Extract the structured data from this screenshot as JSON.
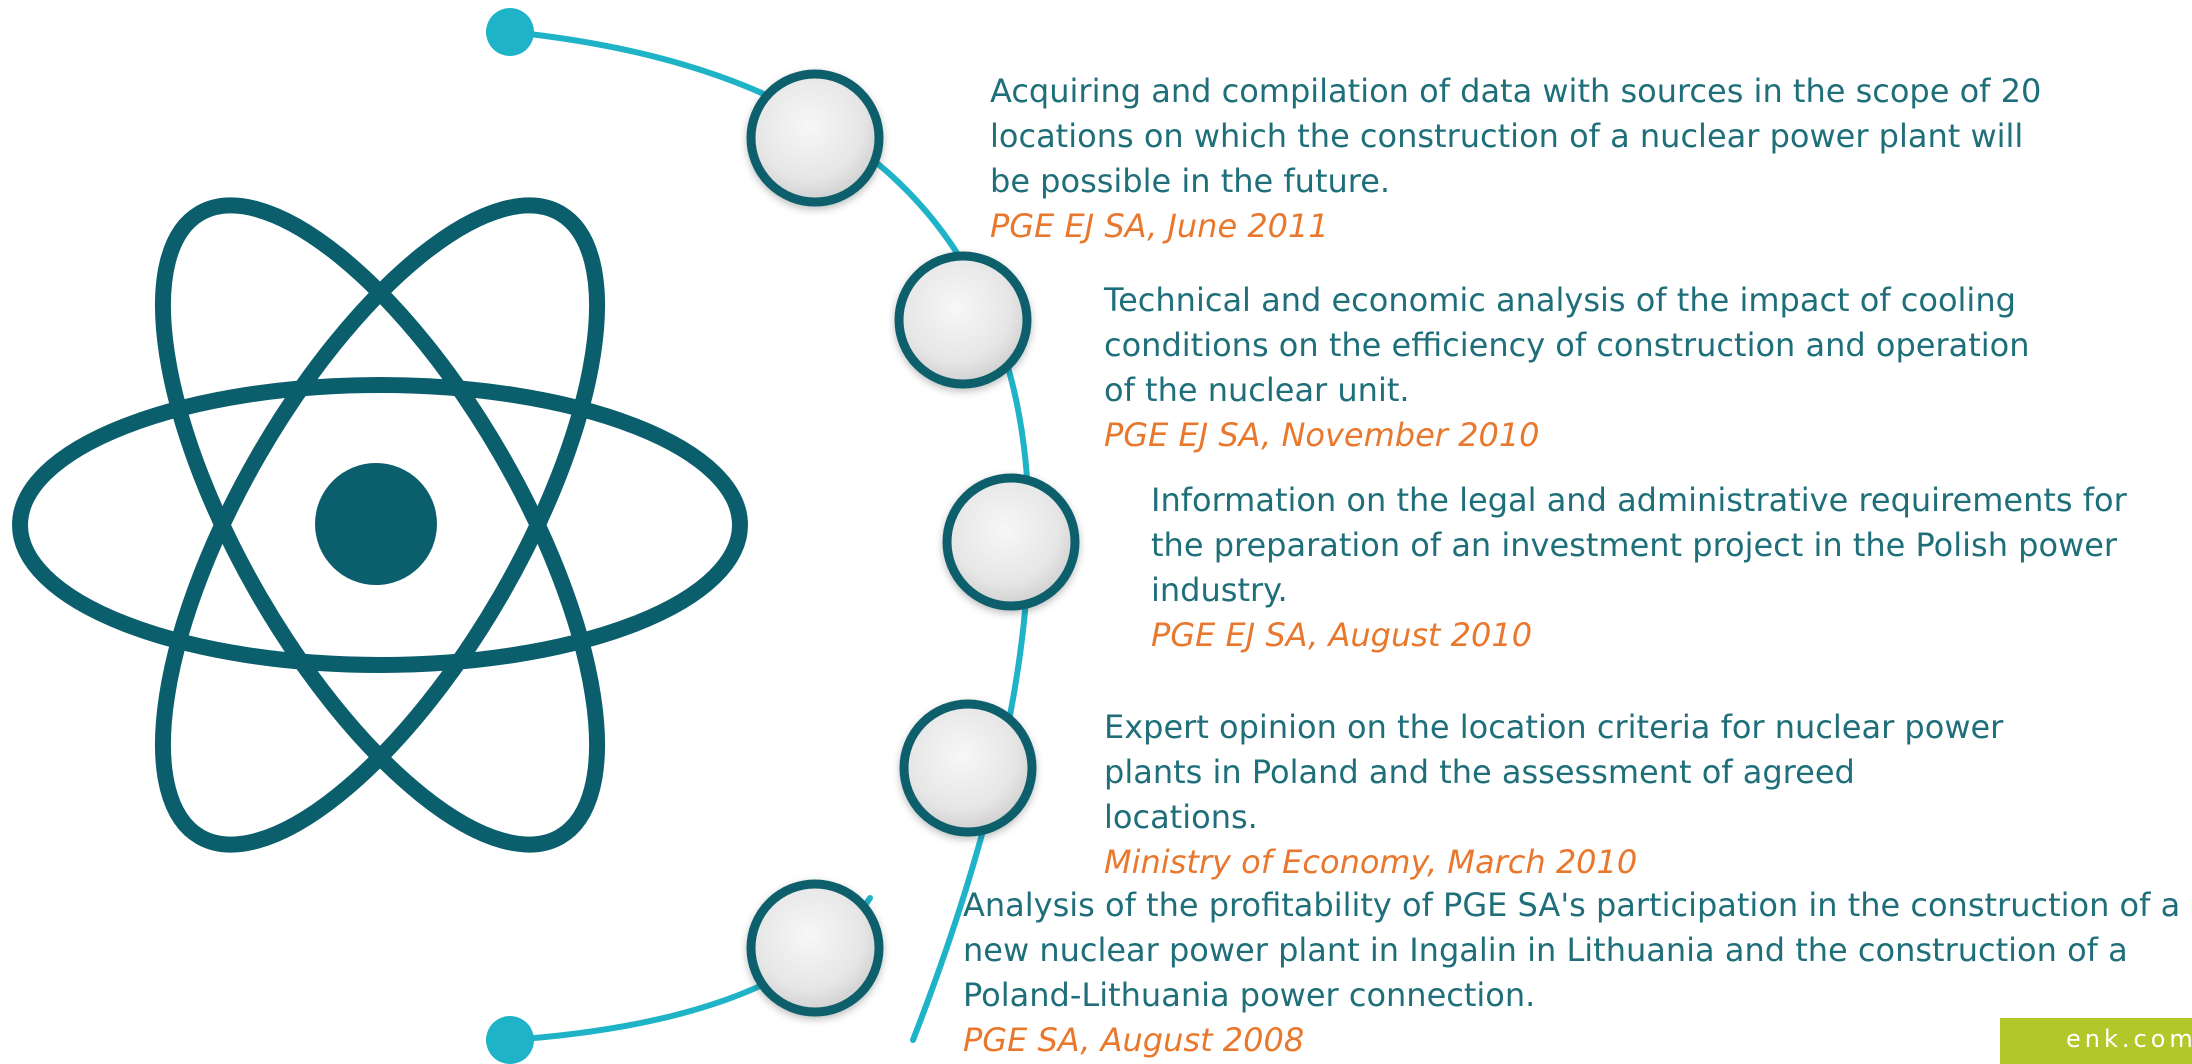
{
  "colors": {
    "atom": "#0b5f6d",
    "arc": "#1fb3c8",
    "node_ring": "#0f5e6c",
    "text": "#1f6f7a",
    "source": "#e8782e",
    "badge": "#b2c72a"
  },
  "icons": {
    "atom": "atom-icon",
    "timeline_end": "timeline-endpoint-dot"
  },
  "timeline": [
    {
      "description": "Acquiring and compilation of data with sources in the scope of 20 locations on which the construction of a nuclear power plant will be possible in the future.",
      "source": "PGE EJ SA, June 2011"
    },
    {
      "description": "Technical and economic analysis of the impact of cooling conditions on the efficiency of construction and operation of the nuclear unit.",
      "source": "PGE EJ SA, November 2010"
    },
    {
      "description": "Information on the legal and administrative requirements for the preparation of an investment project in the Polish power industry.",
      "source": "PGE EJ SA, August 2010"
    },
    {
      "description": "Expert opinion on the location criteria for nuclear power plants in Poland and the assessment of agreed locations.",
      "source": "Ministry of Economy, March 2010"
    },
    {
      "description": "Analysis of the profitability of PGE SA's participation in the construction of a new nuclear power plant in Ingalin in Lithuania and the construction of a Poland-Lithuania power connection.",
      "source": "PGE SA, August 2008"
    }
  ],
  "footer": {
    "badge_text": "enk.com"
  }
}
